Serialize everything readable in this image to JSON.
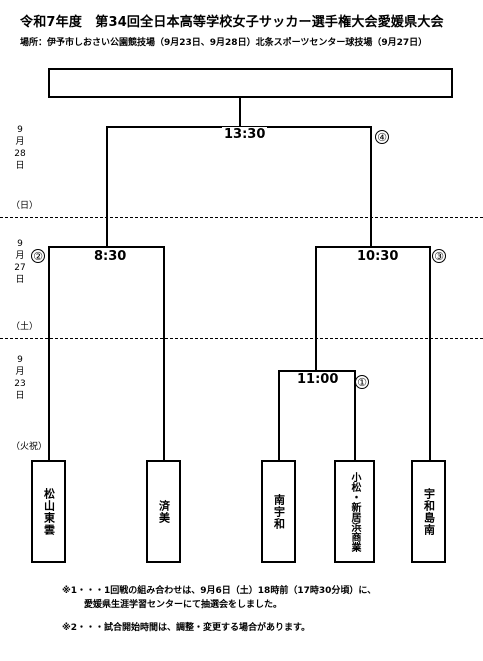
{
  "header": {
    "title": "令和7年度　第34回全日本高等学校女子サッカー選手権大会愛媛県大会",
    "venue": "場所：伊予市しおさい公園競技場（9月23日、9月28日）北条スポーツセンター球技場（9月27日）"
  },
  "bracket": {
    "final": {
      "time": "13:30",
      "match_no": "④"
    },
    "semi_left": {
      "time": "8:30",
      "match_no": "②"
    },
    "semi_right": {
      "time": "10:30",
      "match_no": "③"
    },
    "round1": {
      "time": "11:00",
      "match_no": "①"
    }
  },
  "dates": {
    "final_date": "9月28日",
    "final_day": "（日）",
    "semi_date": "9月27日",
    "semi_day": "（土）",
    "r1_date": "9月23日",
    "r1_day": "（火祝）"
  },
  "teams": [
    "松山東雲",
    "済美",
    "南宇和",
    "小松・新居浜商業",
    "宇和島南"
  ],
  "notes": {
    "note1_line1": "※1・・・1回戦の組み合わせは、9月6日（土）18時前（17時30分頃）に、",
    "note1_line2": "愛媛県生涯学習センターにて抽選会をしました。",
    "note2": "※2・・・試合開始時間は、調整・変更する場合があります。"
  }
}
